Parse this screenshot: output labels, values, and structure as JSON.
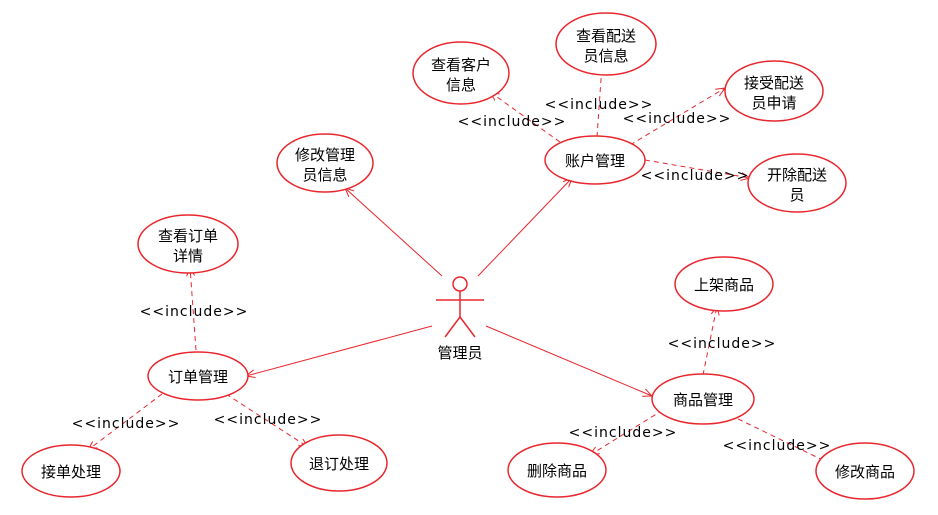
{
  "diagram": {
    "type": "use-case",
    "line_color": "#e8262d",
    "actor": {
      "label": "管理员"
    },
    "use_cases": {
      "account_mgmt": "账户管理",
      "view_customer": [
        "查看客户",
        "信息"
      ],
      "view_courier": [
        "查看配送",
        "员信息"
      ],
      "accept_courier": [
        "接受配送",
        "员申请"
      ],
      "fire_courier": [
        "开除配送",
        "员"
      ],
      "edit_admin": [
        "修改管理",
        "员信息"
      ],
      "view_order": [
        "查看订单",
        "详情"
      ],
      "order_mgmt": "订单管理",
      "take_order": "接单处理",
      "refund_order": "退订处理",
      "list_product": "上架商品",
      "product_mgmt": "商品管理",
      "delete_product": "删除商品",
      "edit_product": "修改商品"
    },
    "include_label": "<<include>>"
  }
}
